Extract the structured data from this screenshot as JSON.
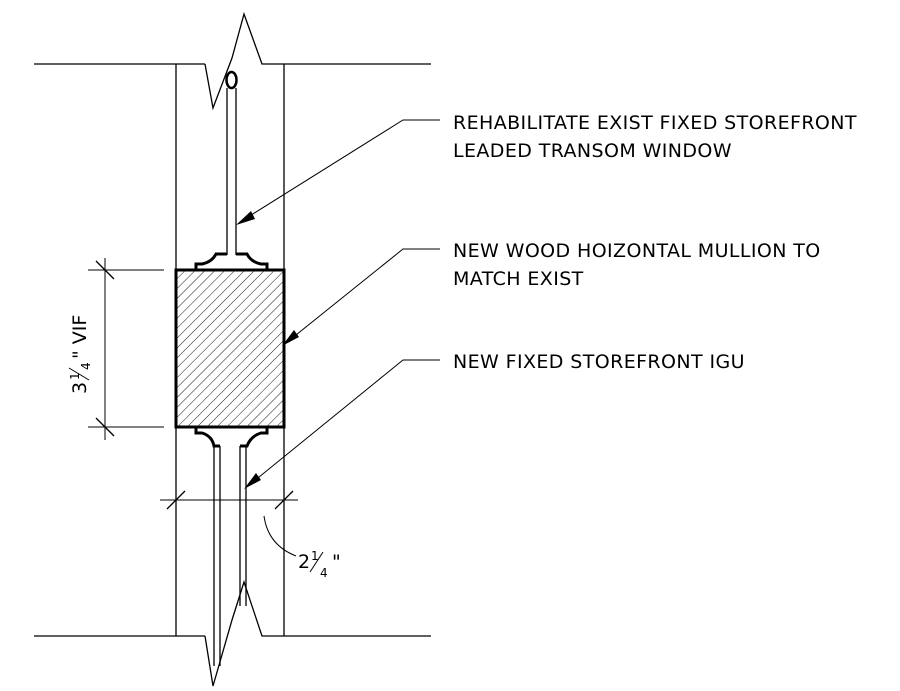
{
  "notes": [
    {
      "id": "transom",
      "lines": [
        "REHABILITATE EXIST FIXED STOREFRONT",
        "LEADED TRANSOM WINDOW"
      ]
    },
    {
      "id": "mullion",
      "lines": [
        "NEW WOOD HOIZONTAL MULLION TO",
        "MATCH EXIST"
      ]
    },
    {
      "id": "igu",
      "lines": [
        "NEW FIXED STOREFRONT IGU"
      ]
    }
  ],
  "dimensions": {
    "height": {
      "whole": "3",
      "numerator": "1",
      "denominator": "4",
      "suffix": "\" VIF"
    },
    "width": {
      "whole": "2",
      "numerator": "1",
      "denominator": "4",
      "suffix": "\""
    }
  }
}
